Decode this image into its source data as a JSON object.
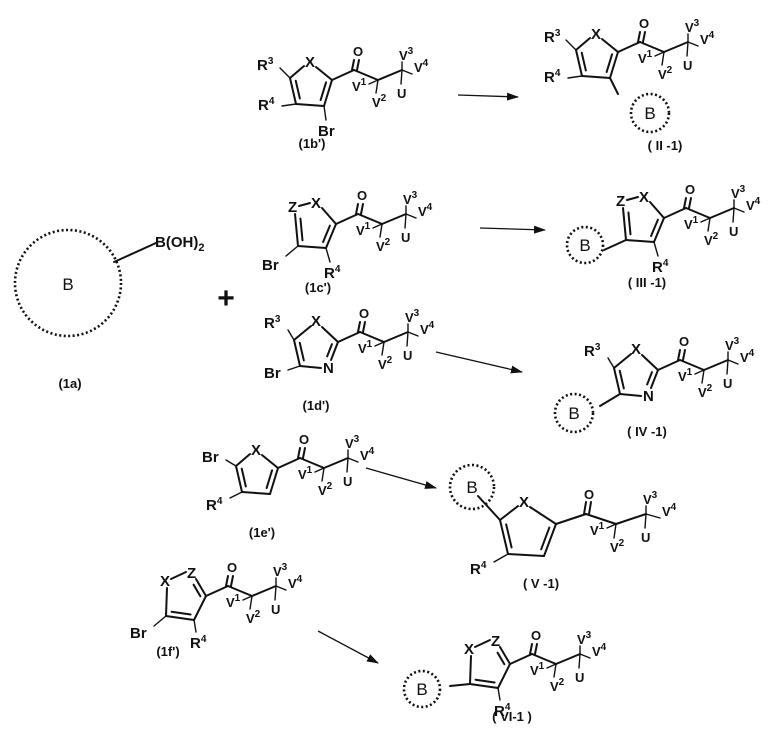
{
  "labels": {
    "B": "B",
    "BOH2": "B(OH)2",
    "Br": "Br",
    "X": "X",
    "Z": "Z",
    "N": "N",
    "O": "O",
    "U": "U",
    "R3": "R3",
    "R4": "R4",
    "V1": "V1",
    "V2": "V2",
    "V3": "V3",
    "V4": "V4",
    "plus": "+"
  },
  "compounds": {
    "c1a": "(1a)",
    "c1b": "(1b')",
    "c1c": "(1c')",
    "c1d": "(1d')",
    "c1e": "(1e')",
    "c1f": "(1f')",
    "cII": "( II -1)",
    "cIII": "( III -1)",
    "cIV": "( IV -1)",
    "cV": "( V -1)",
    "cVI": "( VI-1 )"
  }
}
